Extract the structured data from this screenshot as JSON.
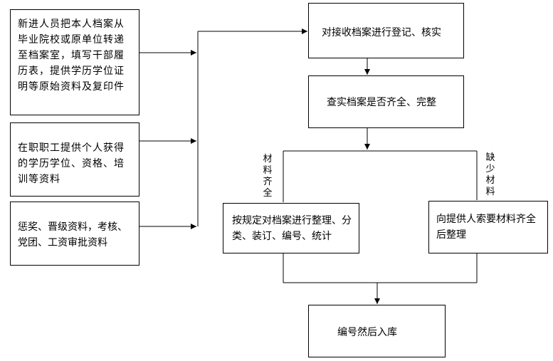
{
  "inputs": [
    {
      "text": "新进人员把本人档案从毕业院校或原单位转递至档案室，填写干部履历表，提供学历学位证明等原始资料及复印件"
    },
    {
      "text": "在职职工提供个人获得的学历学位、资格、培训等资料"
    },
    {
      "text": "惩奖、晋级资料，考核、党团、工资审批资料"
    }
  ],
  "steps": {
    "register": "对接收档案进行登记、核实",
    "check": "查实档案是否齐全、完整",
    "organize": "按规定对档案进行整理、分类、装订、编号、统计",
    "request": "向提供人索要材料齐全后整理",
    "store": "编号然后入库"
  },
  "branches": {
    "complete": "材料齐全",
    "missing": "缺少材料"
  }
}
